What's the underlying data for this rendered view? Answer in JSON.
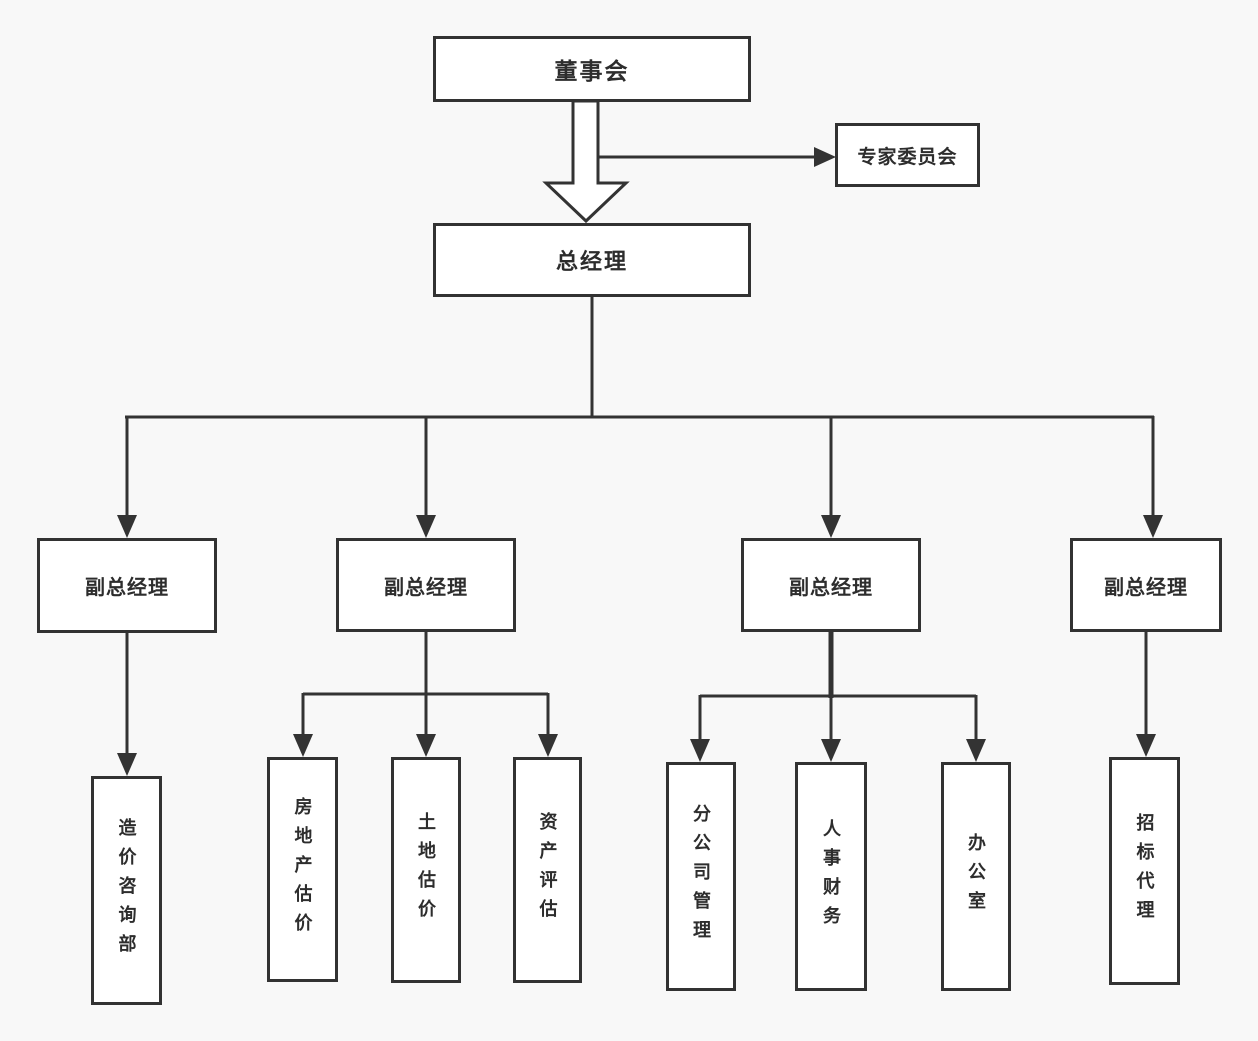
{
  "org_chart": {
    "type": "org-tree",
    "nodes": {
      "board": "董事会",
      "expert_committee": "专家委员会",
      "general_manager": "总经理",
      "deputies": [
        "副总经理",
        "副总经理",
        "副总经理",
        "副总经理"
      ],
      "departments": {
        "deputy_1": [
          "造价咨询部"
        ],
        "deputy_2": [
          "房地产估价",
          "土地估价",
          "资产评估"
        ],
        "deputy_3": [
          "分公司管理",
          "人事财务",
          "办公室"
        ],
        "deputy_4": [
          "招标代理"
        ]
      }
    },
    "edges": [
      {
        "from": "董事会",
        "to": "总经理",
        "style": "block-arrow"
      },
      {
        "from": "董事会",
        "to": "专家委员会",
        "style": "arrow"
      },
      {
        "from": "总经理",
        "to": "副总经理 #1",
        "style": "arrow"
      },
      {
        "from": "总经理",
        "to": "副总经理 #2",
        "style": "arrow"
      },
      {
        "from": "总经理",
        "to": "副总经理 #3",
        "style": "arrow"
      },
      {
        "from": "总经理",
        "to": "副总经理 #4",
        "style": "arrow"
      },
      {
        "from": "副总经理 #1",
        "to": "造价咨询部",
        "style": "arrow"
      },
      {
        "from": "副总经理 #2",
        "to": "房地产估价",
        "style": "arrow"
      },
      {
        "from": "副总经理 #2",
        "to": "土地估价",
        "style": "arrow"
      },
      {
        "from": "副总经理 #2",
        "to": "资产评估",
        "style": "arrow"
      },
      {
        "from": "副总经理 #3",
        "to": "分公司管理",
        "style": "arrow"
      },
      {
        "from": "副总经理 #3",
        "to": "人事财务",
        "style": "arrow"
      },
      {
        "from": "副总经理 #3",
        "to": "办公室",
        "style": "arrow"
      },
      {
        "from": "副总经理 #4",
        "to": "招标代理",
        "style": "arrow"
      }
    ],
    "colors": {
      "line": "#333333",
      "node_border": "#323232",
      "node_background": "#ffffff",
      "canvas_background": "#f8f8f8",
      "text": "#2d2d2d"
    }
  }
}
